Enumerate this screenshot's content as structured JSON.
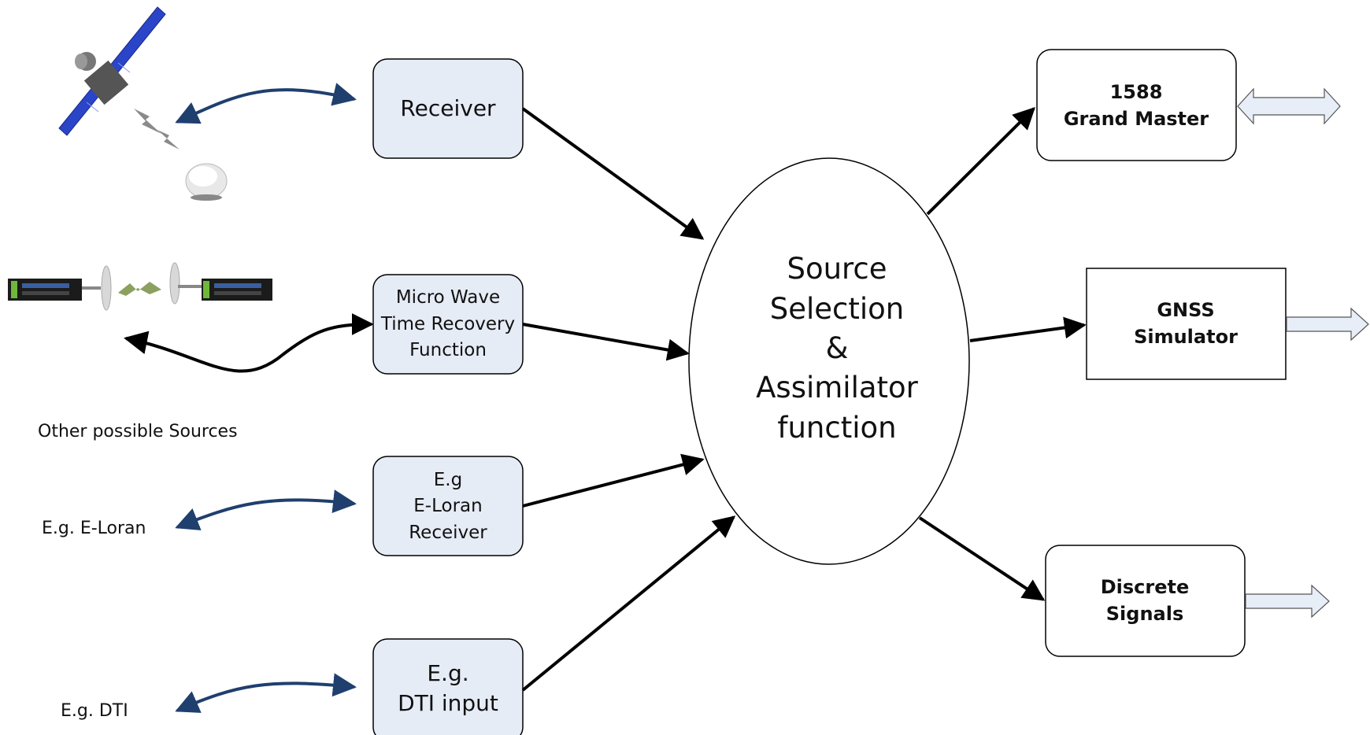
{
  "receiver": {
    "label": "Receiver"
  },
  "microwave": {
    "line1": "Micro Wave",
    "line2": "Time Recovery",
    "line3": "Function"
  },
  "eloran_box": {
    "line1": "E.g",
    "line2": "E-Loran",
    "line3": "Receiver"
  },
  "dti_box": {
    "line1": "E.g.",
    "line2": "DTI input"
  },
  "center": {
    "line1": "Source",
    "line2": "Selection",
    "line3": "&",
    "line4": "Assimilator",
    "line5": "function"
  },
  "grandmaster": {
    "line1": "1588",
    "line2": "Grand Master"
  },
  "gnss": {
    "line1": "GNSS",
    "line2": "Simulator"
  },
  "discrete": {
    "line1": "Discrete",
    "line2": "Signals"
  },
  "side_labels": {
    "other_sources": "Other possible Sources",
    "eloran": "E.g. E-Loran",
    "dti": "E.g. DTI"
  },
  "colors": {
    "box_fill": "#e6ecf6",
    "curve_blue": "#1f3f6e",
    "hollow_arrow_fill": "#e8eef8"
  }
}
